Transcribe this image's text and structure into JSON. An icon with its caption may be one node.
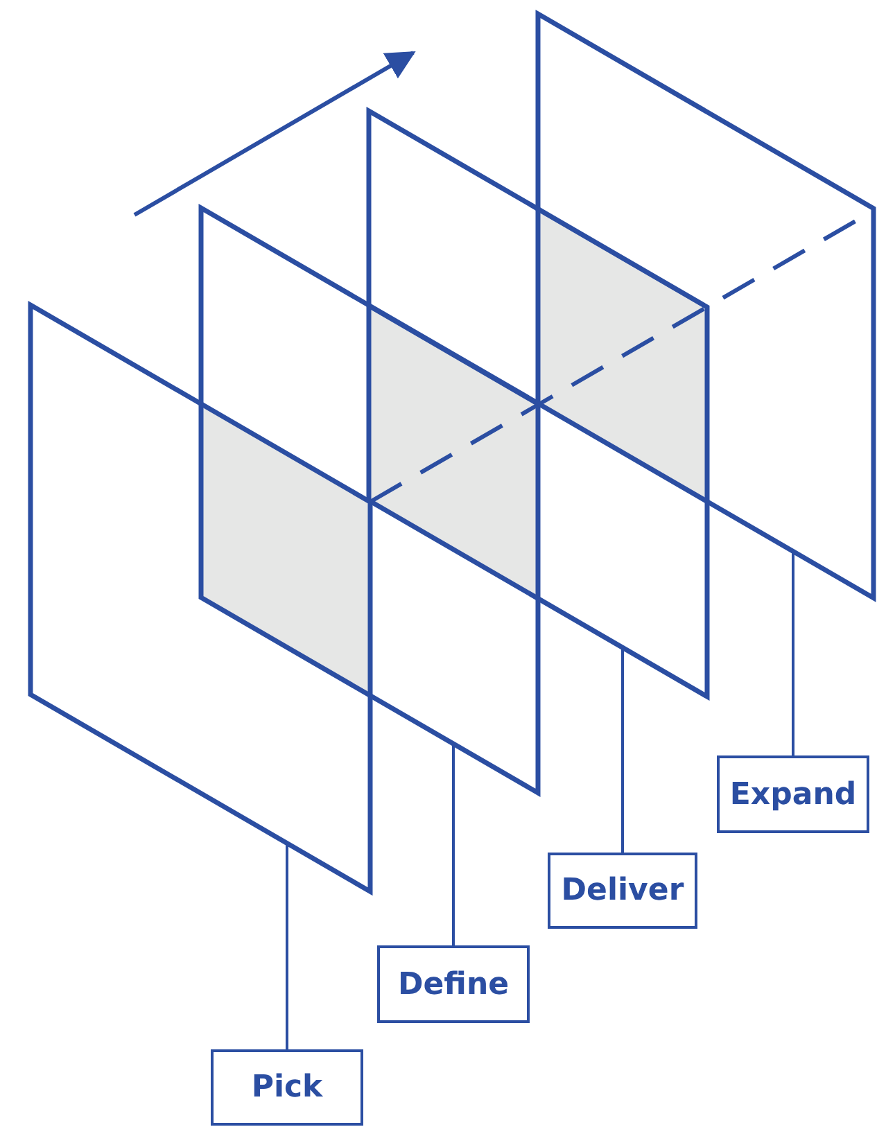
{
  "diagram": {
    "nodes": [
      {
        "text": [],
        "shape": "box"
      },
      {
        "text": [],
        "shape": "box"
      },
      {
        "text": [],
        "shape": "box"
      },
      {
        "text": [],
        "shape": "box"
      },
      {
        "text": [
          "Pick"
        ]
      },
      {
        "text": [
          "Define"
        ]
      },
      {
        "text": [
          "Deliver"
        ]
      },
      {
        "text": [
          "Expand"
        ]
      }
    ],
    "edges": [
      {
        "from": 4,
        "to": 0,
        "arrow": "none"
      },
      {
        "from": 5,
        "to": 1,
        "arrow": "none"
      },
      {
        "from": 6,
        "to": 2,
        "arrow": "none"
      },
      {
        "from": 7,
        "to": 3,
        "arrow": "none"
      }
    ]
  }
}
